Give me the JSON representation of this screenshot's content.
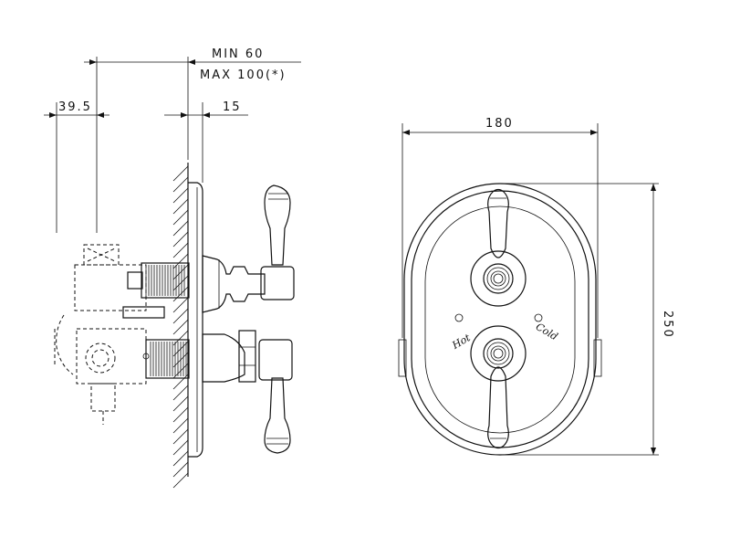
{
  "dimensions": {
    "min": "MIN 60",
    "max": "MAX 100(*)",
    "body_offset": "39.5",
    "plate_depth": "15",
    "width": "180",
    "height": "250"
  },
  "labels": {
    "hot": "Hot",
    "cold": "Cold"
  }
}
